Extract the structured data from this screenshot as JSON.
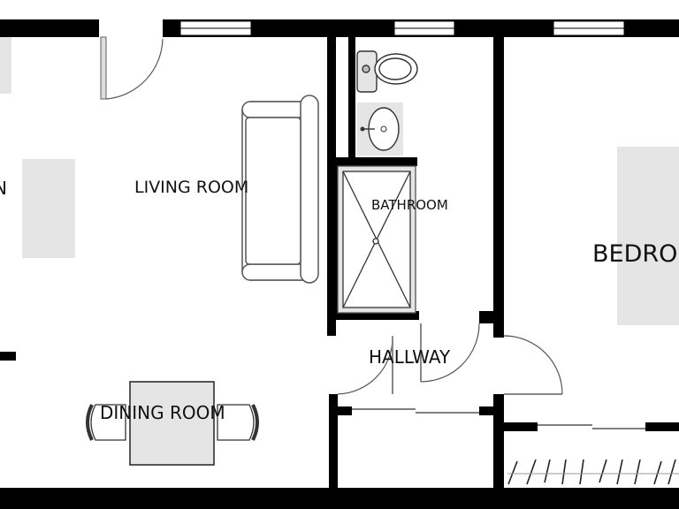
{
  "rooms": {
    "living": "LIVING ROOM",
    "bathroom": "BATHROOM",
    "hallway": "HALLWAY",
    "dining": "DINING ROOM",
    "bedroom": "BEDRO",
    "kitchen_fragment": "N"
  },
  "colors": {
    "wall": "#000000",
    "furniture_fill": "#e5e5e5",
    "furniture_stroke": "#555555",
    "window_fill": "#ffffff",
    "background": "#ffffff"
  }
}
